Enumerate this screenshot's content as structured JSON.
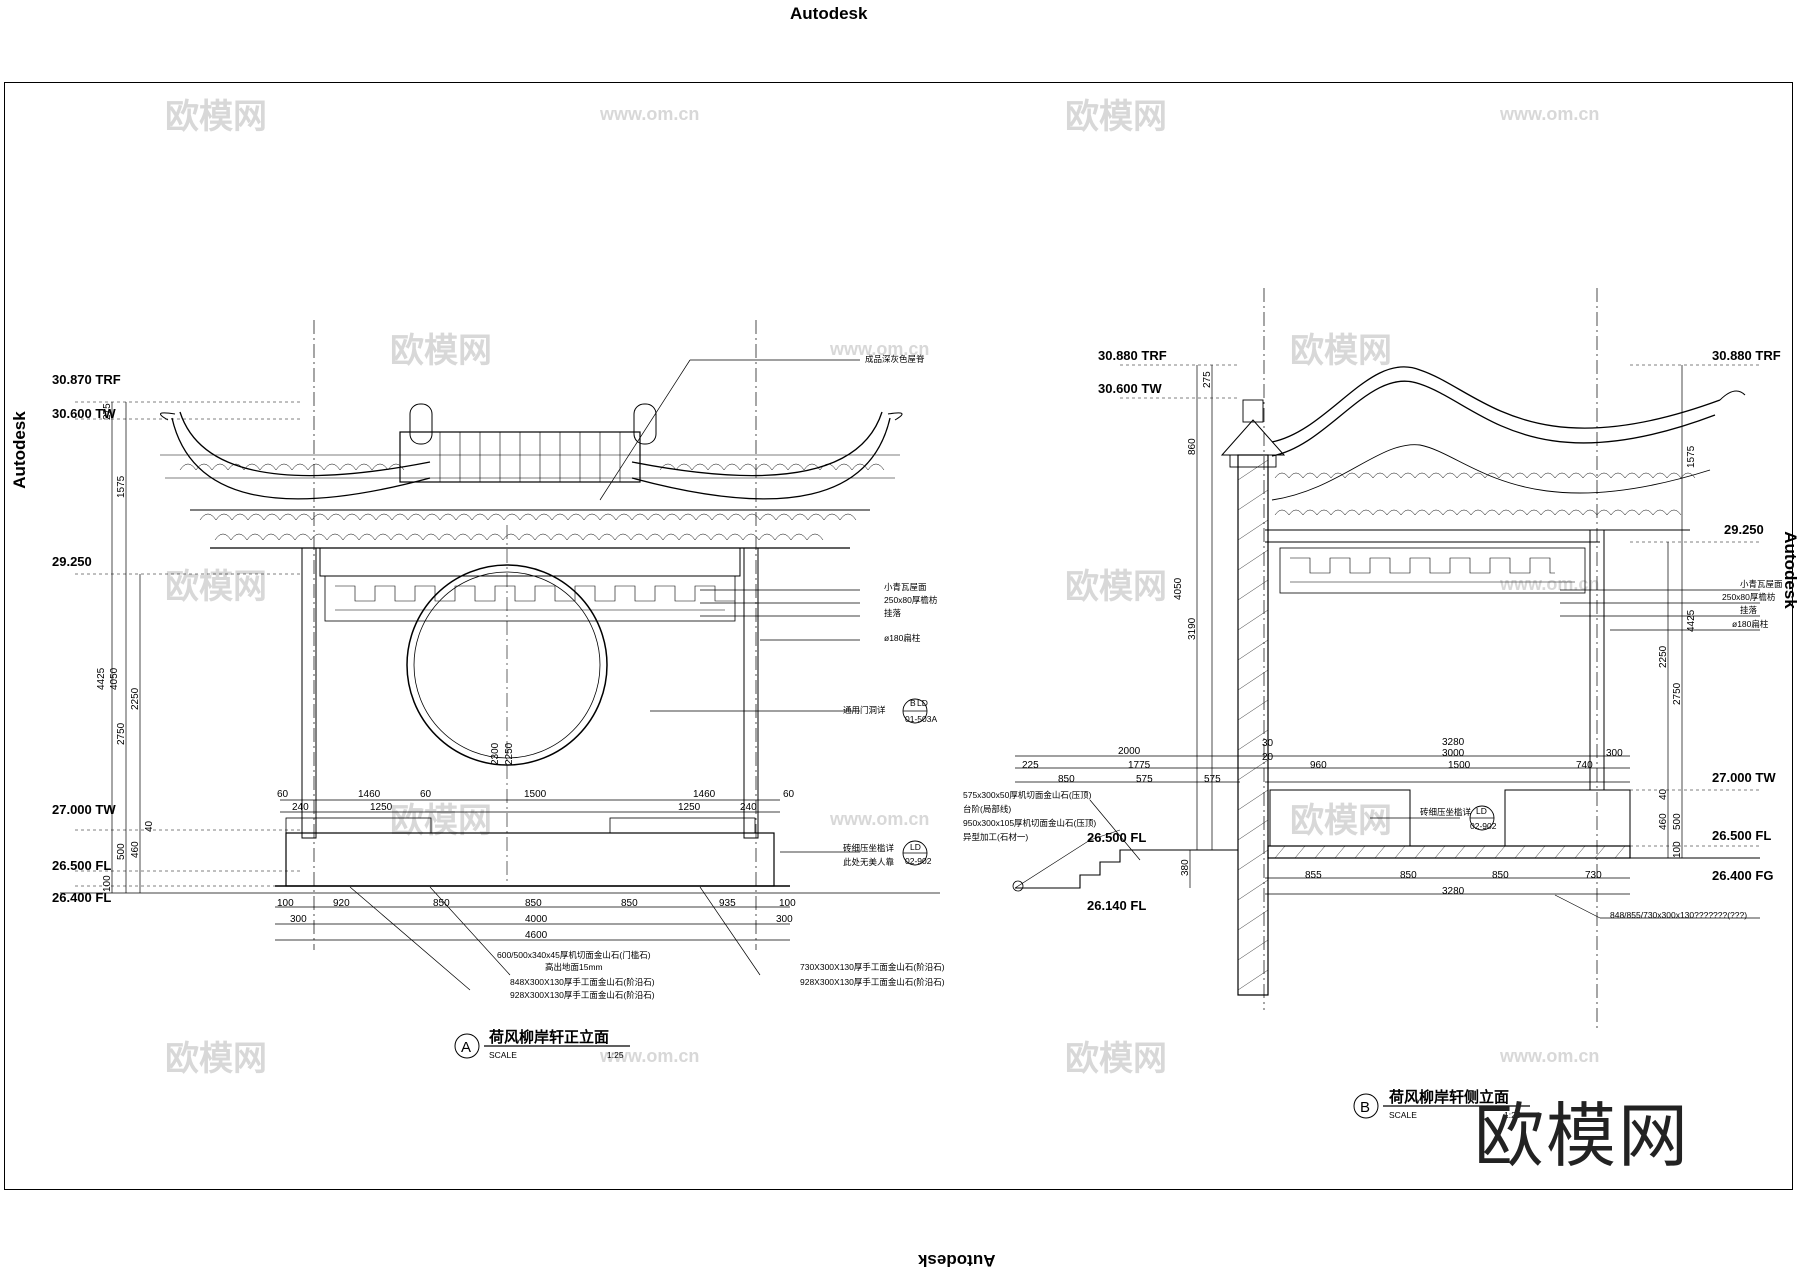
{
  "edge_labels": {
    "top": "Autodesk",
    "bottom": "Autodesk",
    "left": "Autodesk",
    "right": "Autodesk"
  },
  "watermark": {
    "brand": "欧模网",
    "url": "www.om.cn"
  },
  "elevation_a": {
    "title_mark": "A",
    "title": "荷风柳岸轩正立面",
    "scale_label": "SCALE",
    "scale": "1:25",
    "levels": [
      "30.870 TRF",
      "30.600 TW",
      "29.250",
      "27.000 TW",
      "26.500 FL",
      "26.400 FL"
    ],
    "vertical_dims": [
      "275",
      "1575",
      "4425",
      "4050",
      "2750",
      "2250",
      "500",
      "460",
      "40",
      "100",
      "2300",
      "2250"
    ],
    "top_dims": [
      "60",
      "1460",
      "60",
      "240",
      "1250",
      "1500",
      "1460",
      "1250",
      "240",
      "60"
    ],
    "bottom_dims": [
      "100",
      "300",
      "920",
      "850",
      "850",
      "850",
      "935",
      "100",
      "300",
      "4000",
      "4600"
    ],
    "callouts_right": [
      "成品深灰色屋脊",
      "小青瓦屋面",
      "250x80厚檐枋",
      "挂落",
      "ø180扁柱",
      "通用门洞详",
      "砖细压坐槛详",
      "此处无美人靠"
    ],
    "ref_tags": [
      {
        "top": "B",
        "mid": "LD",
        "bottom": "01-503A"
      },
      {
        "top": "",
        "mid": "LD",
        "bottom": "02-902"
      }
    ],
    "callouts_bottom": [
      "600/500x340x45厚机切面金山石(门槛石)",
      "高出地面15mm",
      "848X300X130厚手工面金山石(阶沿石)",
      "928X300X130厚手工面金山石(阶沿石)",
      "730X300X130厚手工面金山石(阶沿石)",
      "928X300X130厚手工面金山石(阶沿石)"
    ]
  },
  "elevation_b": {
    "title_mark": "B",
    "title": "荷风柳岸轩侧立面",
    "scale_label": "SCALE",
    "scale": "1:25",
    "levels_left": [
      "30.880 TRF",
      "30.600 TW",
      "26.500 FL",
      "26.140 FL"
    ],
    "levels_right": [
      "30.880 TRF",
      "29.250",
      "27.000 TW",
      "26.500 FL",
      "26.400 FG"
    ],
    "vertical_dims": [
      "275",
      "860",
      "4050",
      "3190",
      "30",
      "380",
      "1575",
      "4425",
      "2250",
      "2750",
      "40",
      "460",
      "500",
      "100"
    ],
    "top_dims": [
      "2000",
      "225",
      "1775",
      "850",
      "575",
      "575",
      "3280",
      "3000",
      "960",
      "1500",
      "740",
      "300",
      "20"
    ],
    "bottom_dims": [
      "855",
      "850",
      "850",
      "730",
      "3280"
    ],
    "callouts_right": [
      "小青瓦屋面",
      "250x80厚檐枋",
      "挂落",
      "ø180扁柱",
      "砖细压坐槛详"
    ],
    "ref_tag": {
      "top": "",
      "mid": "LD",
      "bottom": "02-902"
    },
    "callouts_left": [
      "575x300x50厚机切面金山石(压顶)",
      "台阶(局部线)",
      "950x300x105厚机切面金山石(压顶)",
      "异型加工(石材一)"
    ],
    "callout_bottom": "848/855/730x300x130???????(???)"
  },
  "big_watermark": "欧模网"
}
